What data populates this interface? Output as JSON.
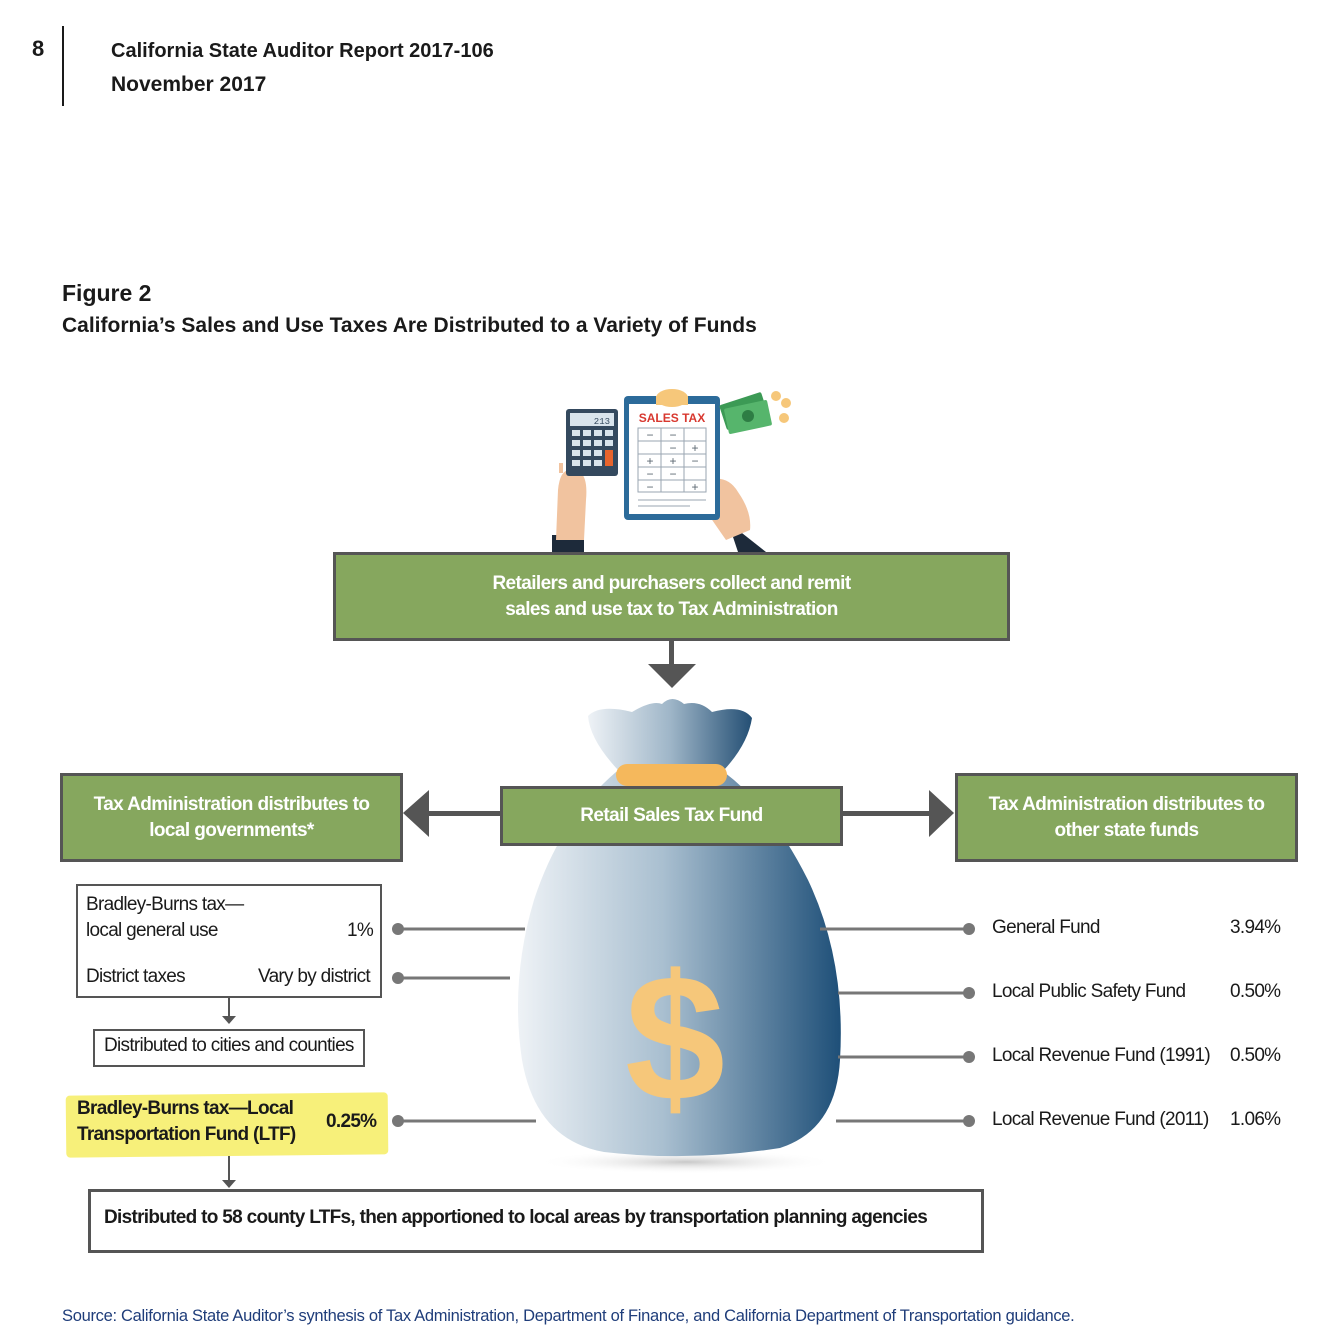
{
  "header": {
    "page_number": "8",
    "report_title": "California State Auditor Report 2017-106",
    "report_date": "November 2017"
  },
  "figure": {
    "label": "Figure 2",
    "title": "California’s Sales and Use Taxes Are Distributed to a Variety of Funds"
  },
  "illustration": {
    "clipboard_label": "SALES TAX",
    "calculator_display": "213"
  },
  "flow": {
    "retailers_box": "Retailers and purchasers collect and remit\nsales and use tax to Tax Administration",
    "fund_box": "Retail Sales Tax Fund",
    "local_box": "Tax Administration distributes to\nlocal governments*",
    "state_box": "Tax Administration distributes to\nother state funds"
  },
  "local_items": {
    "bradley_general_line1": "Bradley-Burns tax—",
    "bradley_general_line2": "local general use",
    "bradley_general_rate": "1%",
    "district_label": "District taxes",
    "district_rate": "Vary by district",
    "cities_box": "Distributed to cities and counties",
    "ltf_line1": "Bradley-Burns tax—Local",
    "ltf_line2": "Transportation Fund (LTF)",
    "ltf_rate": "0.25%",
    "ltf_distribution": "Distributed to 58 county LTFs, then apportioned to local areas by transportation planning agencies"
  },
  "state_funds": [
    {
      "name": "General Fund",
      "rate": "3.94%"
    },
    {
      "name": "Local Public Safety Fund",
      "rate": "0.50%"
    },
    {
      "name": "Local Revenue Fund (1991)",
      "rate": "0.50%"
    },
    {
      "name": "Local Revenue Fund (2011)",
      "rate": "1.06%"
    }
  ],
  "colors": {
    "green": "#86a75e",
    "bag_light": "#e6edf3",
    "bag_dark": "#1e4f78",
    "dollar": "#f6c77a",
    "highlight": "#f6ee6b",
    "source_text": "#1f3d7a"
  },
  "source": "Source:  California State Auditor’s synthesis of Tax Administration, Department of Finance, and California Department of Transportation guidance."
}
